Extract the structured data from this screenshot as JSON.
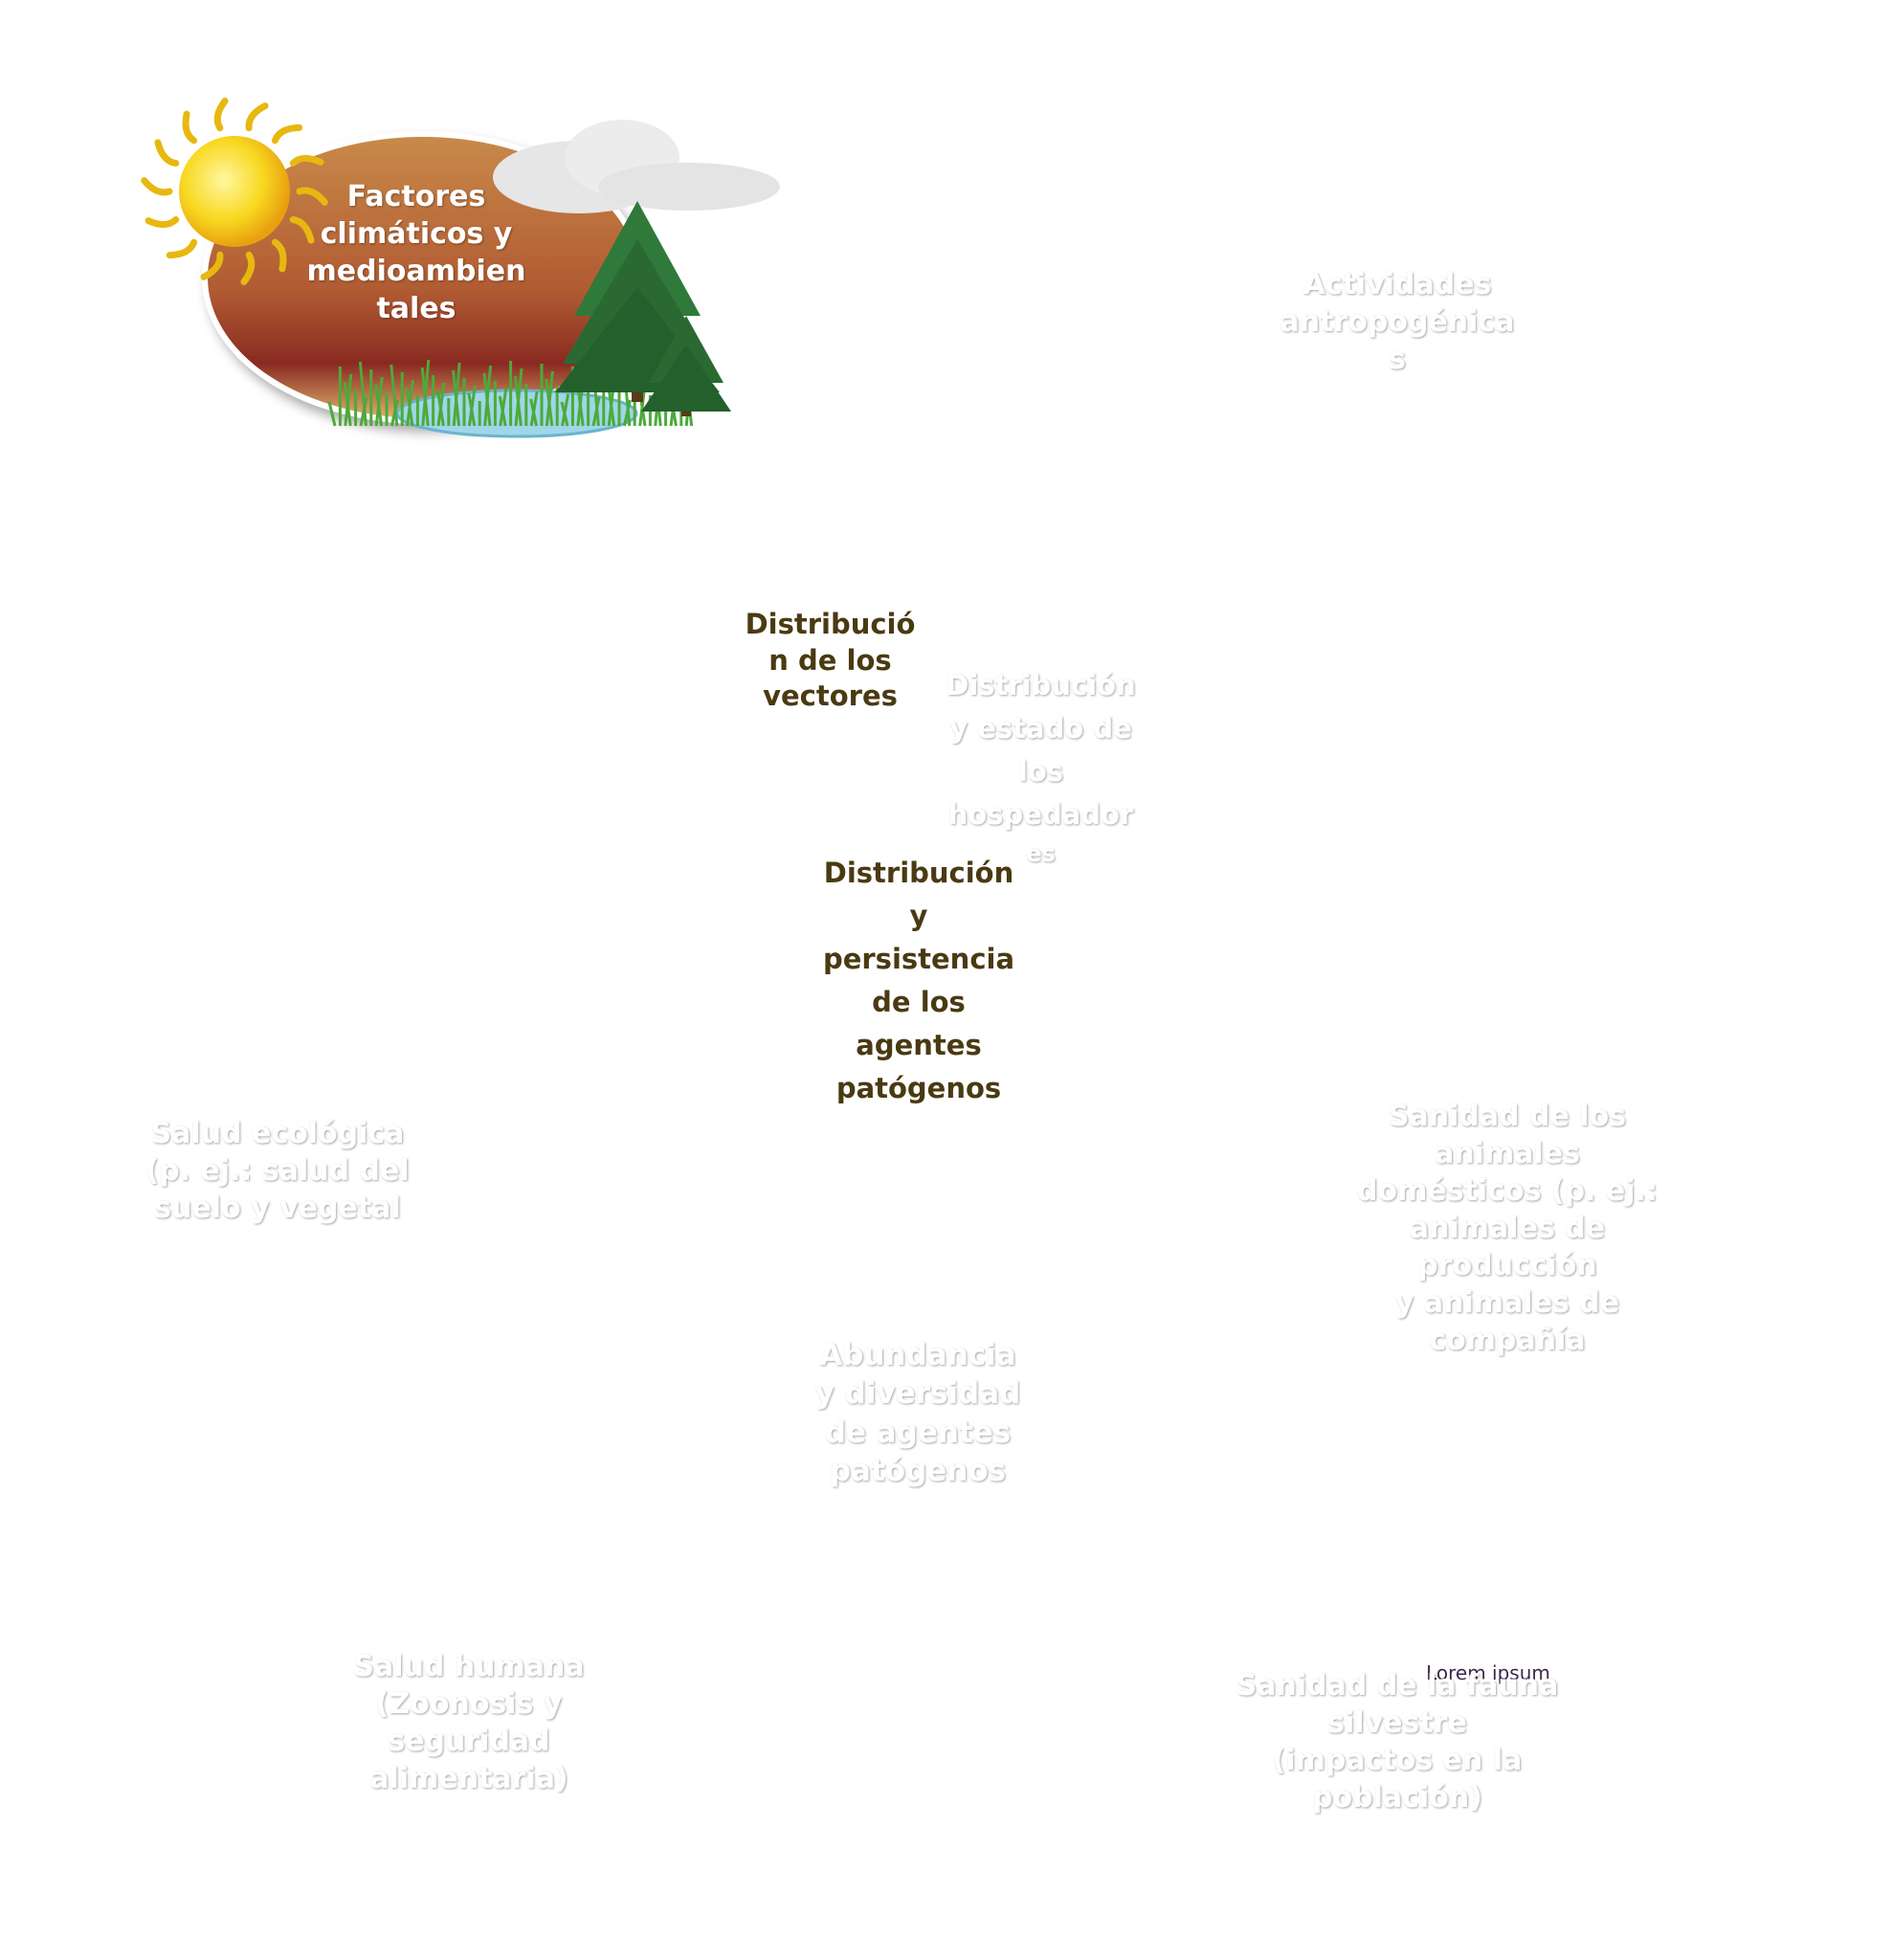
{
  "nodes": {
    "climate": {
      "lines": [
        "Factores",
        "climáticos y",
        "medioambien",
        "tales"
      ]
    },
    "anthropogenic": {
      "lines": [
        "Actividades",
        "antropogénica",
        "s"
      ]
    },
    "vectors": {
      "lines": [
        "Distribució",
        "n de los",
        "vectores"
      ]
    },
    "hosts": {
      "lines": [
        "Distribución",
        "y estado de",
        "los",
        "hospedador",
        "es"
      ]
    },
    "pathogens_dist": {
      "lines": [
        "Distribución",
        "y",
        "persistencia",
        "de los",
        "agentes",
        "patógenos"
      ]
    },
    "center": {
      "lines": [
        "Abundancia",
        "y diversidad",
        "de agentes",
        "patógenos"
      ]
    },
    "ecological": {
      "lines": [
        "Salud ecológica",
        "(p. ej.: salud del",
        "suelo y vegetal"
      ]
    },
    "domestic": {
      "lines": [
        "Sanidad de los animales",
        "domésticos (p. ej.:",
        "animales de producción",
        "y animales de compañía"
      ]
    },
    "human": {
      "lines": [
        "Salud humana",
        "(Zoonosis y",
        "seguridad",
        "alimentaria)"
      ]
    },
    "wildlife": {
      "lines": [
        "Sanidad de la fauna",
        "silvestre",
        "(impactos en la",
        "población)"
      ],
      "placeholder": "Lorem ipsum"
    }
  },
  "icons": [
    "sun-icon",
    "cloud-icon",
    "tree-icon",
    "pond-icon",
    "grass-icon",
    "airplane-icon",
    "antenna-icon",
    "house-icon",
    "fly-icon",
    "crow-icon",
    "virus-icon",
    "seedling-icon",
    "cow-icon",
    "chicken-icon",
    "people-icon",
    "lion-icon",
    "arrow-icon"
  ],
  "colors": {
    "climate": "#b8683a",
    "anthropogenic": "#a83c32",
    "vectors": "#8fc454",
    "hosts": "#6a9a3c",
    "pathogens_dist": "#c6e09c",
    "center_box": "#6b3a22",
    "diamond": "#2f6e3b",
    "ecological": "#2e9a4c",
    "domestic": "#2c2f8f",
    "human": "#1f5fa8",
    "wildlife": "#5a2a7e",
    "arrow_start": "#d42a1a",
    "arrow_end": "#f6c21a"
  }
}
